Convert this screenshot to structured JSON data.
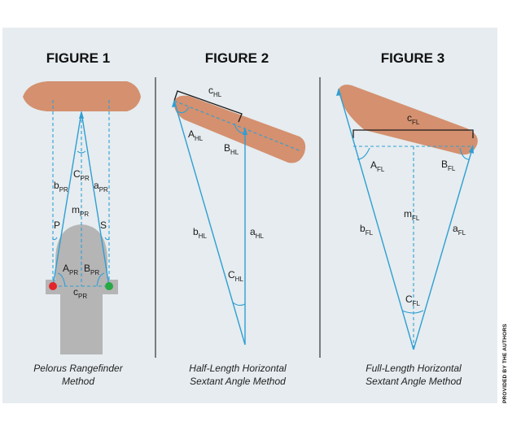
{
  "figures": [
    {
      "title": "FIGURE 1",
      "caption_line1": "Pelorus Rangefinder",
      "caption_line2": "Method",
      "labels": {
        "b": "b",
        "b_sub": "PR",
        "c_angle": "C",
        "c_angle_sub": "PR",
        "a": "a",
        "a_sub": "PR",
        "m": "m",
        "m_sub": "PR",
        "p": "P",
        "s": "S",
        "a_angle": "A",
        "a_angle_sub": "PR",
        "b_angle": "B",
        "b_angle_sub": "PR",
        "c": "c",
        "c_sub": "PR"
      }
    },
    {
      "title": "FIGURE 2",
      "caption_line1": "Half-Length Horizontal",
      "caption_line2": "Sextant Angle Method",
      "labels": {
        "c": "c",
        "c_sub": "HL",
        "a_angle": "A",
        "a_angle_sub": "HL",
        "b_angle": "B",
        "b_angle_sub": "HL",
        "b": "b",
        "b_sub": "HL",
        "a": "a",
        "a_sub": "HL",
        "c_angle": "C",
        "c_angle_sub": "HL"
      }
    },
    {
      "title": "FIGURE 3",
      "caption_line1": "Full-Length Horizontal",
      "caption_line2": "Sextant Angle Method",
      "labels": {
        "c": "c",
        "c_sub": "FL",
        "a_angle": "A",
        "a_angle_sub": "FL",
        "b_angle": "B",
        "b_angle_sub": "FL",
        "m": "m",
        "m_sub": "FL",
        "b": "b",
        "b_sub": "FL",
        "a": "a",
        "a_sub": "FL",
        "c_angle": "C",
        "c_angle_sub": "FL"
      }
    }
  ],
  "credit": "PROVIDED BY THE AUTHORS",
  "colors": {
    "ship": "#d4906f",
    "observer_ship": "#b5b5b5",
    "ray": "#2f9fd4",
    "port_light": "#e2252b",
    "starboard_light": "#27a844",
    "panel": "#e6ecef"
  }
}
